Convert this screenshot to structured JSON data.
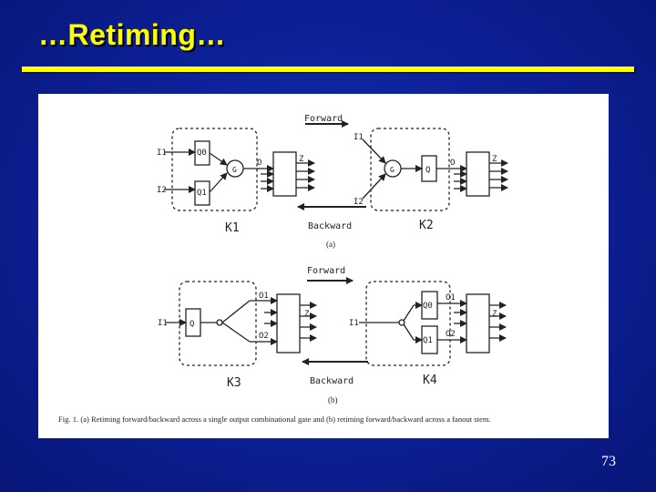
{
  "slide": {
    "title": "…Retiming…",
    "page_number": "73"
  },
  "figure": {
    "caption": "Fig. 1.   (a) Retiming forward/backward across a single output combinational gate and (b) retiming forward/backward across a fanout stem.",
    "part_a": {
      "label": "(a)",
      "forward": "Forward",
      "backward": "Backward",
      "left_block": {
        "name": "K1",
        "inputs": [
          "I1",
          "I2"
        ],
        "latches": [
          "Q0",
          "Q1"
        ],
        "gate": "G",
        "out": "O",
        "z": "Z"
      },
      "right_block": {
        "name": "K2",
        "inputs": [
          "I1",
          "I2"
        ],
        "gate": "G",
        "latch": "Q",
        "out": "O",
        "z": "Z"
      }
    },
    "part_b": {
      "label": "(b)",
      "forward": "Forward",
      "backward": "Backward",
      "left_block": {
        "name": "K3",
        "input": "I1",
        "latch": "Q",
        "outs": [
          "O1",
          "O2"
        ],
        "z": "Z"
      },
      "right_block": {
        "name": "K4",
        "input": "I1",
        "latches": [
          "Q0",
          "Q1"
        ],
        "outs": [
          "O1",
          "O2"
        ],
        "z": "Z"
      }
    }
  }
}
